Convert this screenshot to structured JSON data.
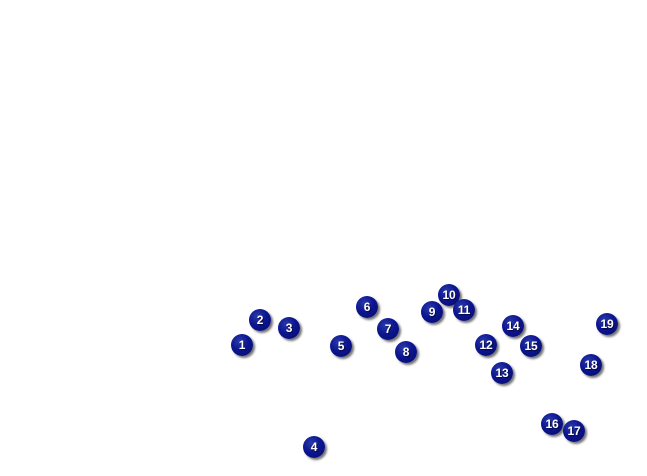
{
  "map": {
    "background_color": "#ffffff",
    "marker_color": "#0c1590",
    "marker_label_color": "#ffffff",
    "markers": [
      {
        "label": "1"
      },
      {
        "label": "2"
      },
      {
        "label": "3"
      },
      {
        "label": "4"
      },
      {
        "label": "5"
      },
      {
        "label": "6"
      },
      {
        "label": "7"
      },
      {
        "label": "8"
      },
      {
        "label": "9"
      },
      {
        "label": "10"
      },
      {
        "label": "11"
      },
      {
        "label": "12"
      },
      {
        "label": "13"
      },
      {
        "label": "14"
      },
      {
        "label": "15"
      },
      {
        "label": "16"
      },
      {
        "label": "17"
      },
      {
        "label": "18"
      },
      {
        "label": "19"
      }
    ]
  }
}
